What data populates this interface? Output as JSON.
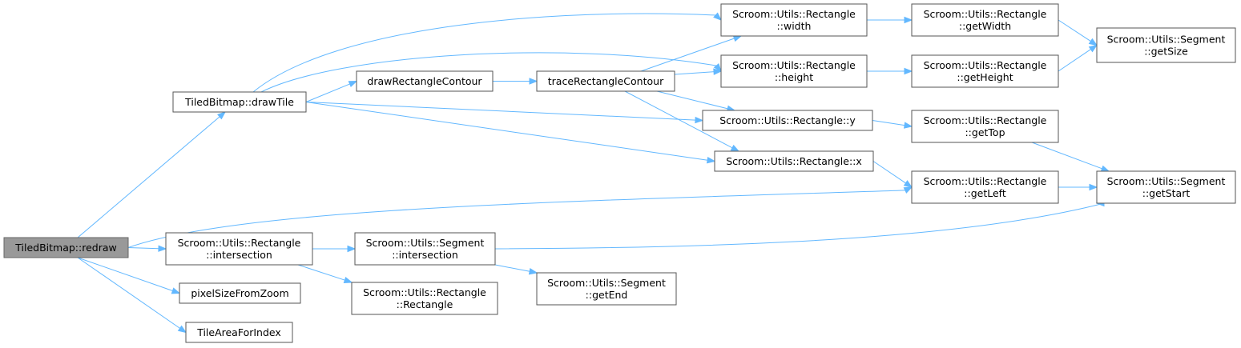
{
  "colors": {
    "edge": "#63b8ff",
    "node_border": "#555555",
    "root_fill": "#999999",
    "node_fill": "#ffffff"
  },
  "nodes": {
    "redraw": {
      "lines": [
        "TiledBitmap::redraw"
      ],
      "root": true
    },
    "drawTile": {
      "lines": [
        "TiledBitmap::drawTile"
      ]
    },
    "rect_intersection": {
      "lines": [
        "Scroom::Utils::Rectangle",
        "::intersection"
      ]
    },
    "pixelSizeFromZoom": {
      "lines": [
        "pixelSizeFromZoom"
      ]
    },
    "TileAreaForIndex": {
      "lines": [
        "TileAreaForIndex"
      ]
    },
    "drawRectangleContour": {
      "lines": [
        "drawRectangleContour"
      ]
    },
    "traceRectangleContour": {
      "lines": [
        "traceRectangleContour"
      ]
    },
    "seg_intersection": {
      "lines": [
        "Scroom::Utils::Segment",
        "::intersection"
      ]
    },
    "rect_ctor": {
      "lines": [
        "Scroom::Utils::Rectangle",
        "::Rectangle"
      ]
    },
    "seg_getEnd": {
      "lines": [
        "Scroom::Utils::Segment",
        "::getEnd"
      ]
    },
    "rect_width": {
      "lines": [
        "Scroom::Utils::Rectangle",
        "::width"
      ]
    },
    "rect_height": {
      "lines": [
        "Scroom::Utils::Rectangle",
        "::height"
      ]
    },
    "rect_y": {
      "lines": [
        "Scroom::Utils::Rectangle::y"
      ]
    },
    "rect_x": {
      "lines": [
        "Scroom::Utils::Rectangle::x"
      ]
    },
    "rect_getWidth": {
      "lines": [
        "Scroom::Utils::Rectangle",
        "::getWidth"
      ]
    },
    "rect_getHeight": {
      "lines": [
        "Scroom::Utils::Rectangle",
        "::getHeight"
      ]
    },
    "rect_getTop": {
      "lines": [
        "Scroom::Utils::Rectangle",
        "::getTop"
      ]
    },
    "rect_getLeft": {
      "lines": [
        "Scroom::Utils::Rectangle",
        "::getLeft"
      ]
    },
    "seg_getSize": {
      "lines": [
        "Scroom::Utils::Segment",
        "::getSize"
      ]
    },
    "seg_getStart": {
      "lines": [
        "Scroom::Utils::Segment",
        "::getStart"
      ]
    }
  },
  "edges": [
    [
      "redraw",
      "drawTile"
    ],
    [
      "redraw",
      "rect_intersection"
    ],
    [
      "redraw",
      "pixelSizeFromZoom"
    ],
    [
      "redraw",
      "TileAreaForIndex"
    ],
    [
      "redraw",
      "rect_getLeft"
    ],
    [
      "drawTile",
      "rect_width"
    ],
    [
      "drawTile",
      "rect_height"
    ],
    [
      "drawTile",
      "drawRectangleContour"
    ],
    [
      "drawTile",
      "rect_y"
    ],
    [
      "drawTile",
      "rect_x"
    ],
    [
      "drawRectangleContour",
      "traceRectangleContour"
    ],
    [
      "traceRectangleContour",
      "rect_width"
    ],
    [
      "traceRectangleContour",
      "rect_height"
    ],
    [
      "traceRectangleContour",
      "rect_y"
    ],
    [
      "traceRectangleContour",
      "rect_x"
    ],
    [
      "rect_intersection",
      "seg_intersection"
    ],
    [
      "rect_intersection",
      "rect_ctor"
    ],
    [
      "seg_intersection",
      "seg_getStart"
    ],
    [
      "seg_intersection",
      "seg_getEnd"
    ],
    [
      "rect_width",
      "rect_getWidth"
    ],
    [
      "rect_height",
      "rect_getHeight"
    ],
    [
      "rect_y",
      "rect_getTop"
    ],
    [
      "rect_x",
      "rect_getLeft"
    ],
    [
      "rect_getWidth",
      "seg_getSize"
    ],
    [
      "rect_getHeight",
      "seg_getSize"
    ],
    [
      "rect_getTop",
      "seg_getStart"
    ],
    [
      "rect_getLeft",
      "seg_getStart"
    ]
  ]
}
